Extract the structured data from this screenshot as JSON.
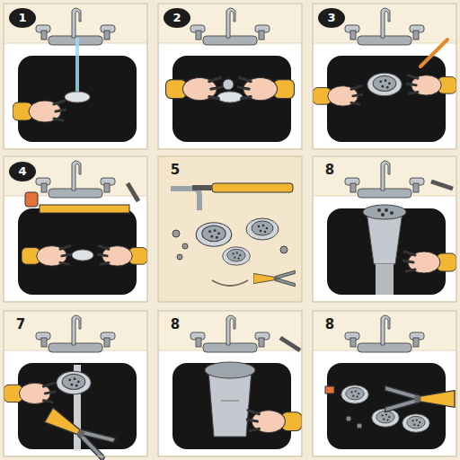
{
  "diagram": {
    "labels": [
      "1",
      "2",
      "3",
      "4",
      "5",
      "8",
      "7",
      "8",
      "8"
    ]
  }
}
